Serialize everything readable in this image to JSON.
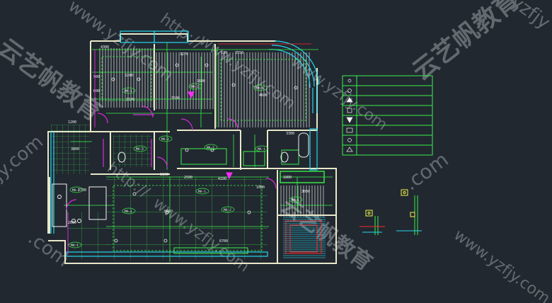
{
  "colors": {
    "background": "#212830",
    "wall": "#e8e8c8",
    "line_green": "#3cf04a",
    "line_cyan": "#27d7ee",
    "magenta": "#ff2aff",
    "white": "#f2f2f2",
    "red": "#ff2a2a",
    "yellow": "#f3f34a",
    "watermark": "#9aa0a6"
  },
  "watermarks": {
    "cn_logo": "云艺帆教育",
    "url_prefix": "http://",
    "url_domain": "www.yzfjy.com",
    "short_domain": "yzfjy",
    "frag_com": ".com",
    "frag_fjy": "fjy.com"
  },
  "dimensions": [
    "4300",
    "3270",
    "620",
    "3550",
    "1600",
    "4600",
    "3200",
    "2100",
    "1500",
    "900",
    "600",
    "1200",
    "3800",
    "2500",
    "1100",
    "4100",
    "6700",
    "3000",
    "1800",
    "2700",
    "800",
    "2000",
    "1000",
    "3300"
  ],
  "room_tags": [
    "MA-1",
    "MA-2",
    "MA-1",
    "MA-2",
    "MA-2",
    "MA-1",
    "MA-1",
    "MA-1",
    "MA-2",
    "MA-3",
    "MA-1",
    "MA-1",
    "MA-1"
  ],
  "legend": {
    "rows": 8,
    "symbols": [
      "ceiling-light-icon",
      "downlight-icon",
      "spotlight-icon",
      "wall-lamp-icon",
      "triangle-down-icon",
      "exhaust-fan-icon",
      "track-light-icon",
      "pendant-icon"
    ]
  },
  "details": {
    "left_symbol": "socket-icon",
    "right_symbol": "socket-icon"
  }
}
